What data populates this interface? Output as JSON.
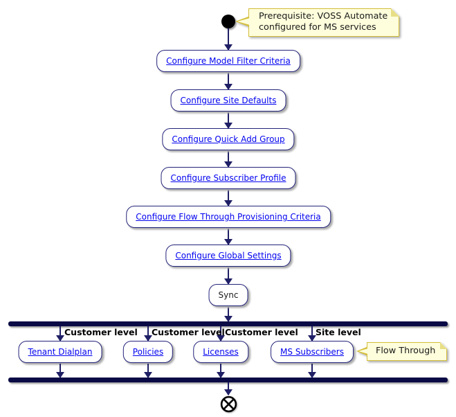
{
  "diagram": {
    "prerequisite_note": "Prerequisite: VOSS Automate\nconfigured for MS services",
    "steps": [
      {
        "label": "Configure Model Filter Criteria",
        "link": true
      },
      {
        "label": "Configure Site Defaults",
        "link": true
      },
      {
        "label": "Configure Quick Add Group",
        "link": true
      },
      {
        "label": "Configure Subscriber Profile",
        "link": true
      },
      {
        "label": "Configure Flow Through Provisioning Criteria",
        "link": true
      },
      {
        "label": "Configure Global Settings",
        "link": true
      },
      {
        "label": "Sync",
        "link": false
      }
    ],
    "branches": [
      {
        "level_label": "Customer level",
        "label": "Tenant Dialplan",
        "link": true
      },
      {
        "level_label": "Customer level",
        "label": "Policies",
        "link": true
      },
      {
        "level_label": "Customer level",
        "label": "Licenses",
        "link": true
      },
      {
        "level_label": "Site level",
        "label": "MS Subscribers",
        "link": true,
        "note": "Flow Through"
      }
    ],
    "colors": {
      "node_border": "#23237A",
      "link_text": "#0202EF",
      "arrow": "#1F1F66",
      "bar": "#0A0A46",
      "note_background": "#FEFEDC",
      "note_border": "#D4BE39",
      "start_node": "#000000"
    }
  }
}
